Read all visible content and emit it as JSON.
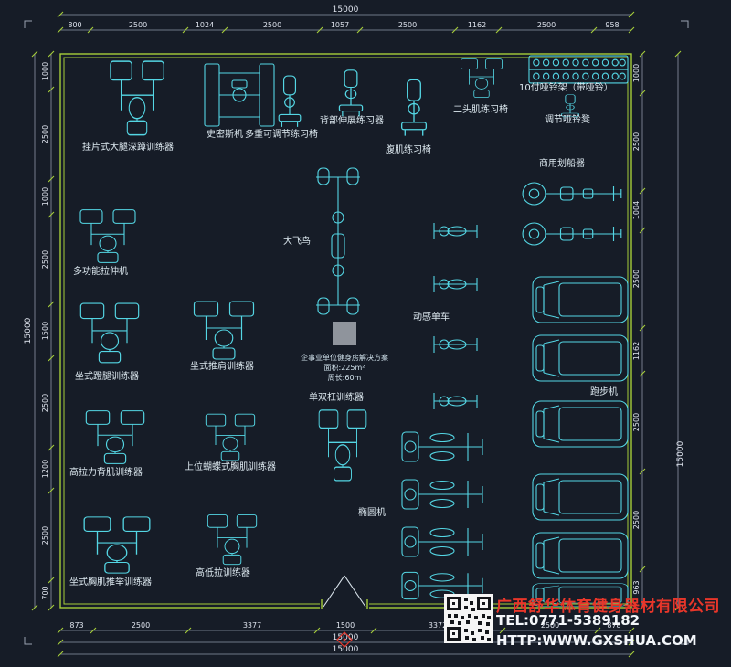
{
  "palette": {
    "background": "#161c27",
    "wall_green": "#a6ce39",
    "equipment_cyan": "#54d6e4",
    "dimension_text": "#dfe4ee",
    "company_red": "#e8362a"
  },
  "plan_note": {
    "line1": "企事业单位健身房解决方案",
    "line2": "面积:225m²",
    "line3": "周长:60m"
  },
  "equipment_labels": {
    "squat": "挂片式大腿深蹲训练器",
    "smith": "史密斯机",
    "adjustable_bench": "多重可调节练习椅",
    "back_extension": "背部伸展练习器",
    "ab_bench": "腹肌练习椅",
    "biceps_bench": "二头肌练习椅",
    "dumbbell_rack": "10付哑铃架（带哑铃）",
    "dumbbell_bench": "调节哑铃凳",
    "rower": "商用划船器",
    "stretch_machine": "多功能拉伸机",
    "cable_crossover": "大飞鸟",
    "spin_bike": "动感单车",
    "leg_press": "坐式蹬腿训练器",
    "shoulder_press": "坐式推肩训练器",
    "dip_station": "单双杠训练器",
    "treadmill": "跑步机",
    "lat_pulldown": "高拉力背肌训练器",
    "butterfly": "上位蝴蝶式胸肌训练器",
    "elliptical": "椭圆机",
    "chest_press": "坐式胸肌推举训练器",
    "hi_lo_pulley": "高低拉训练器"
  },
  "dimensions": {
    "overall_top": "15000",
    "overall_left": "15000",
    "overall_right": "15000",
    "overall_bottom_a": "15000",
    "overall_bottom_b": "15000",
    "top_segments": [
      "800",
      "2500",
      "1024",
      "2500",
      "1057",
      "2500",
      "1162",
      "2500",
      "958"
    ],
    "left_segments": [
      "1000",
      "2500",
      "1000",
      "2500",
      "1500",
      "2500",
      "1200",
      "2500",
      "700"
    ],
    "right_segments": [
      "1000",
      "2500",
      "1004",
      "2500",
      "1162",
      "2500",
      "2500",
      "963"
    ],
    "bottom_segments": [
      "873",
      "2500",
      "3377",
      "1500",
      "3372",
      "2500",
      "878"
    ]
  },
  "title_block": {
    "company": "广西舒华体育健身器材有限公司",
    "tel": "TEL:0771-5389182",
    "url": "HTTP:WWW.GXSHUA.COM"
  }
}
